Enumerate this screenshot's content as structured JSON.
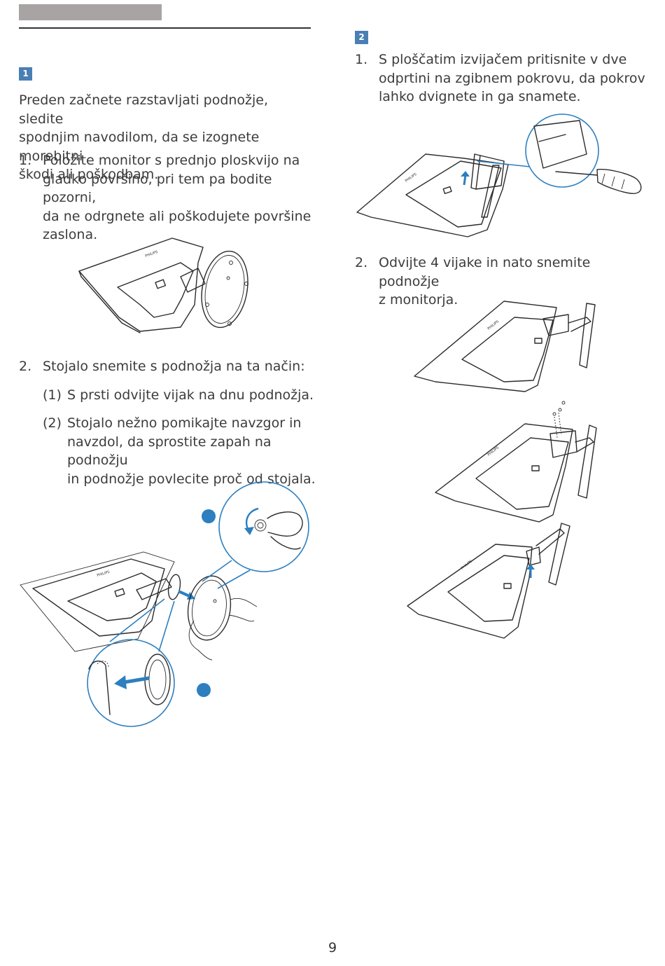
{
  "header": {
    "band_color": "#a9a4a4",
    "rule_color": "#333333"
  },
  "left": {
    "step_badge": "1",
    "intro": [
      "Preden začnete razstavljati podnožje, sledite",
      "spodnjim navodilom, da se izognete morebitni",
      "škodi ali poškodbam."
    ],
    "item1": {
      "num": "1.",
      "lines": [
        "Položite monitor s prednjo ploskvijo na",
        "gladko površino, pri tem pa bodite pozorni,",
        "da ne odrgnete ali poškodujete površine",
        "zaslona."
      ]
    },
    "item2": {
      "num": "2.",
      "text": "Stojalo snemite s podnožja na ta način:"
    },
    "sub1": {
      "num": "(1)",
      "text": "S prsti odvijte vijak na dnu podnožja."
    },
    "sub2": {
      "num": "(2)",
      "lines": [
        "Stojalo nežno pomikajte navzgor in",
        "navzdol, da sprostite zapah na podnožju",
        "in podnožje povlecite proč od stojala."
      ]
    },
    "brand": "PHILIPS"
  },
  "right": {
    "step_badge": "2",
    "item1": {
      "num": "1.",
      "lines": [
        "S ploščatim izvijačem pritisnite v dve",
        "odprtini na zgibnem pokrovu, da pokrov",
        "lahko dvignete in ga snamete."
      ]
    },
    "item2": {
      "num": "2.",
      "lines": [
        "Odvijte 4 vijake in nato snemite podnožje",
        "z monitorja."
      ]
    }
  },
  "footer": {
    "page_number": "9"
  },
  "colors": {
    "accent": "#4a7fb4",
    "callout": "#2d7fbf"
  }
}
